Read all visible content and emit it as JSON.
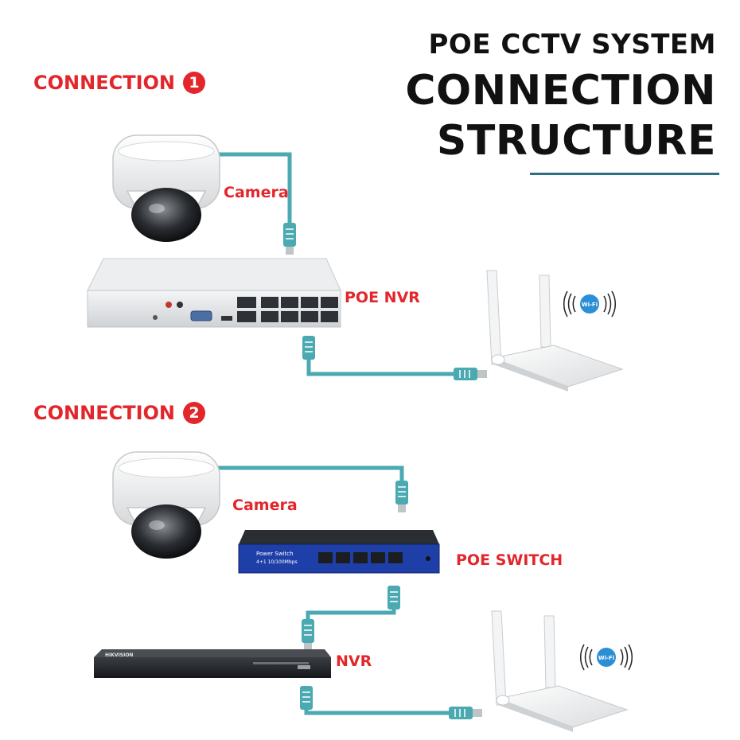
{
  "title": {
    "subtitle": "POE CCTV SYSTEM",
    "line1": "CONNECTION",
    "line2": "STRUCTURE"
  },
  "connection1": {
    "label": "CONNECTION",
    "number": "1",
    "devices": {
      "camera": "Camera",
      "nvr": "POE NVR"
    },
    "router_badge": "Wi-Fi"
  },
  "connection2": {
    "label": "CONNECTION",
    "number": "2",
    "devices": {
      "camera": "Camera",
      "switch": "POE SWITCH",
      "nvr": "NVR"
    },
    "switch_text": {
      "line1": "Power Switch",
      "line2": "4+1 10/100Mbps"
    },
    "nvr_brand": "HIKVISION",
    "router_badge": "Wi-Fi"
  },
  "colors": {
    "accent_red": "#e3262b",
    "cable": "#4aa9b1",
    "title": "#111111",
    "rule": "#2f6f86",
    "switch_blue": "#1f3fa8",
    "wifi_badge": "#2c8fd6"
  }
}
